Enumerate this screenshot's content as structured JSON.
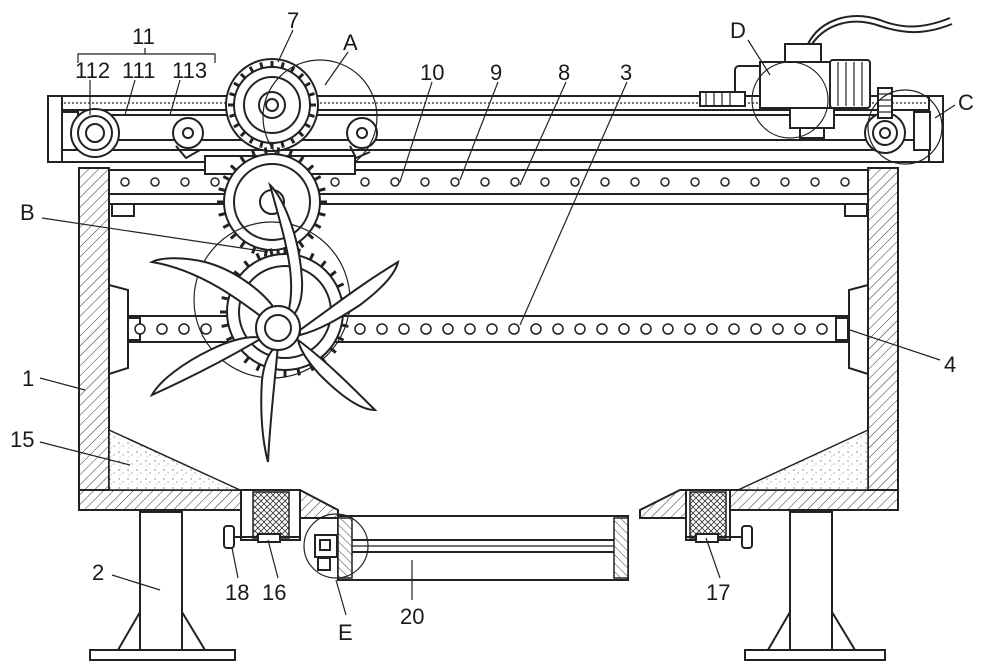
{
  "labels": {
    "l11": "11",
    "l112": "112",
    "l111": "111",
    "l113": "113",
    "l7": "7",
    "lA": "A",
    "l10": "10",
    "l9": "9",
    "l8": "8",
    "l3": "3",
    "lD": "D",
    "lC": "C",
    "lB": "B",
    "l1": "1",
    "l4": "4",
    "l15": "15",
    "l2": "2",
    "l18": "18",
    "l16": "16",
    "lE": "E",
    "l20": "20",
    "l17": "17"
  },
  "colors": {
    "line": "#222222",
    "background": "#ffffff",
    "sand": "#999999"
  }
}
